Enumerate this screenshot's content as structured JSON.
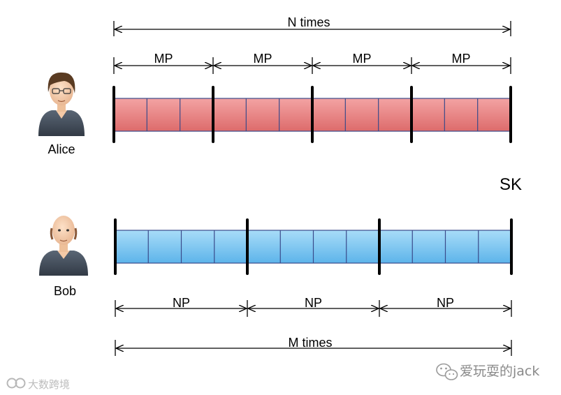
{
  "header": {
    "total_label": "N times"
  },
  "alice": {
    "name": "Alice",
    "segment_label": "MP",
    "segment_labels": [
      "MP",
      "MP",
      "MP",
      "MP"
    ],
    "segments": 4,
    "cells_per_segment": 3,
    "fill_color": "#e47c7c",
    "stroke_color": "#3a4a8a"
  },
  "key": {
    "label": "SK"
  },
  "bob": {
    "name": "Bob",
    "segment_label": "NP",
    "segment_labels": [
      "NP",
      "NP",
      "NP"
    ],
    "segments": 3,
    "cells_per_segment": 4,
    "fill_color": "#7ec4ef",
    "stroke_color": "#3a4a8a"
  },
  "footer": {
    "total_label": "M times"
  },
  "watermark": {
    "left_text": "大数跨境",
    "right_text": "爱玩耍的jack"
  },
  "icons": {
    "alice_avatar": "person-glasses-icon",
    "bob_avatar": "person-bald-icon",
    "wechat": "wechat-icon",
    "logo": "dashu-logo-icon"
  }
}
